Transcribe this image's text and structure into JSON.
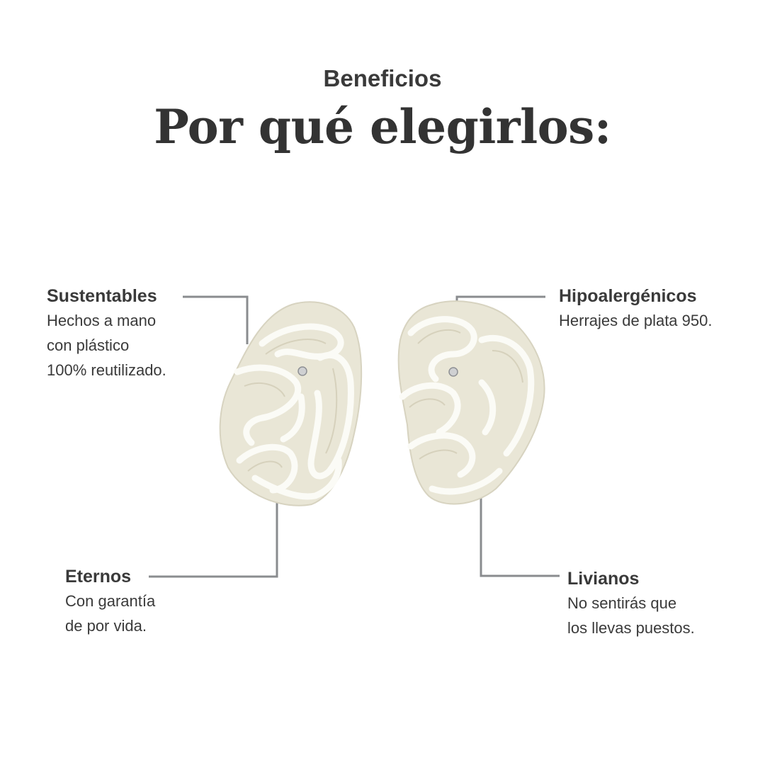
{
  "header": {
    "eyebrow": "Beneficios",
    "title": "Por qué elegirlos:"
  },
  "features": [
    {
      "title": "Sustentables",
      "body": "Hechos a mano\ncon plástico\n100% reutilizado."
    },
    {
      "title": "Hipoalergénicos",
      "body": "Herrajes de plata 950."
    },
    {
      "title": "Eternos",
      "body": "Con garantía\nde por vida."
    },
    {
      "title": "Livianos",
      "body": "No sentirás que\nlos llevas puestos."
    }
  ],
  "colors": {
    "text": "#333333",
    "connector": "#8a8c8f",
    "earring_base": "#e9e6d6",
    "earring_swirl": "#fbfbf6"
  }
}
